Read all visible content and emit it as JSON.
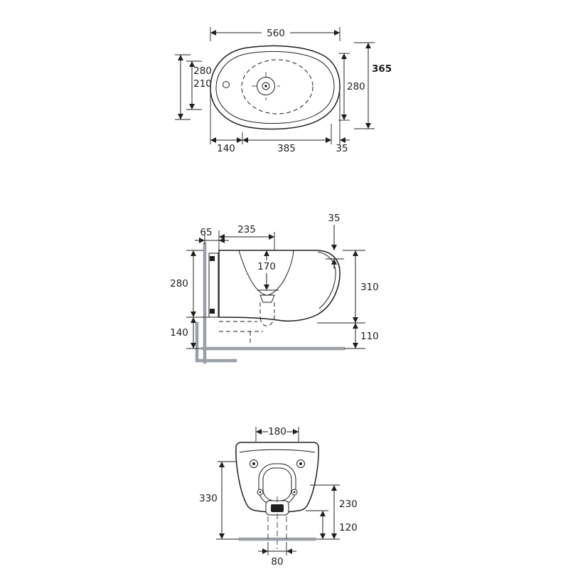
{
  "colors": {
    "outline": "#1f1f1f",
    "dimension": "#1f1f1f",
    "structure_gray": "#9aa0a6",
    "background": "#ffffff"
  },
  "views": {
    "top": {
      "dims": {
        "overall_width": "560",
        "overall_depth": "365",
        "left_depth": "280",
        "left_inner": "210",
        "right_depth": "280",
        "bottom_left": "140",
        "bottom_center": "385",
        "bottom_right": "35"
      }
    },
    "side": {
      "dims": {
        "wall_gap": "65",
        "rim_to_tap": "235",
        "rim_offset": "35",
        "bowl_depth": "170",
        "body_height": "280",
        "under_clearance": "140",
        "front_height": "310",
        "outlet_height": "110"
      }
    },
    "rear": {
      "dims": {
        "hole_centers": "180",
        "total_height": "330",
        "upper_right": "230",
        "lower_right": "120",
        "outlet_width": "80"
      }
    }
  }
}
